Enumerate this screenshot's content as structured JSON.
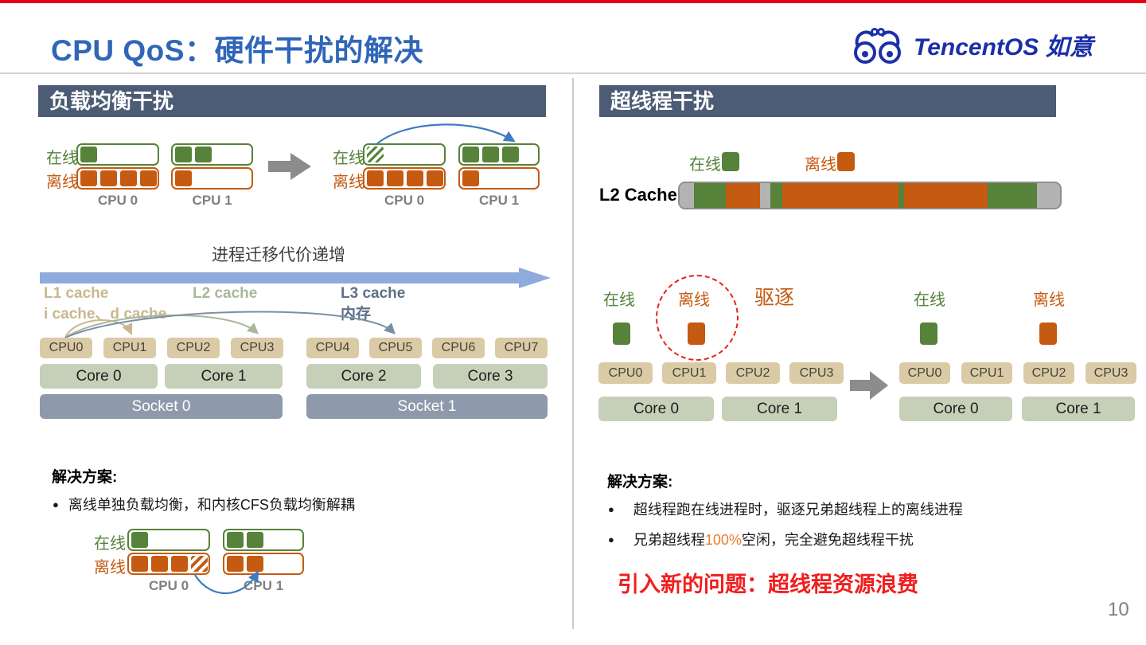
{
  "colors": {
    "title_blue": "#2f66b8",
    "logo_blue": "#1b2fa8",
    "section_header_bg": "#4d5c75",
    "online_green": "#568239",
    "offline_orange": "#c55a11",
    "cpu_chip_bg": "#dacba6",
    "core_chip_bg": "#c6cfb8",
    "socket_chip_bg": "#8e9aab",
    "migration_arrow_blue": "#8faadc",
    "link_arrow_blue": "#3e7bc0",
    "highlight_orange": "#ed7d31",
    "warning_red": "#f01e1e",
    "cache_bar_gray": "#b3b3b3"
  },
  "header": {
    "title": "CPU QoS：硬件干扰的解决",
    "logo_text": "TencentOS 如意"
  },
  "page_number": "10",
  "left": {
    "section_title": "负载均衡干扰",
    "before": {
      "online_label": "在线",
      "offline_label": "离线",
      "cpu_labels": [
        "CPU 0",
        "CPU 1"
      ],
      "online_boxes": [
        [
          "green"
        ],
        [
          "green",
          "green"
        ]
      ],
      "offline_boxes": [
        [
          "orange",
          "orange",
          "orange",
          "orange"
        ],
        [
          "orange"
        ]
      ]
    },
    "after": {
      "online_label": "在线",
      "offline_label": "离线",
      "cpu_labels": [
        "CPU 0",
        "CPU 1"
      ],
      "online_boxes": [
        [
          "hatch-green"
        ],
        [
          "green",
          "green",
          "green"
        ]
      ],
      "offline_boxes": [
        [
          "orange",
          "orange",
          "orange",
          "orange"
        ],
        [
          "orange"
        ]
      ]
    },
    "migration": {
      "caption": "进程迁移代价递增",
      "levels": [
        {
          "label": "L1 cache",
          "sub": "i cache、d cache"
        },
        {
          "label": "L2 cache",
          "sub": ""
        },
        {
          "label": "L3 cache",
          "sub": "内存"
        }
      ]
    },
    "topology": {
      "cpus": [
        "CPU0",
        "CPU1",
        "CPU2",
        "CPU3",
        "CPU4",
        "CPU5",
        "CPU6",
        "CPU7"
      ],
      "cores": [
        "Core 0",
        "Core 1",
        "Core 2",
        "Core 3"
      ],
      "sockets": [
        "Socket 0",
        "Socket 1"
      ]
    },
    "solution": {
      "title": "解决方案:",
      "bullet": "离线单独负载均衡，和内核CFS负载均衡解耦"
    },
    "result": {
      "online_label": "在线",
      "offline_label": "离线",
      "cpu_labels": [
        "CPU 0",
        "CPU 1"
      ],
      "online_boxes": [
        [
          "green"
        ],
        [
          "green",
          "green"
        ]
      ],
      "offline_boxes": [
        [
          "orange",
          "orange",
          "orange",
          "hatch-orange"
        ],
        [
          "orange",
          "orange"
        ]
      ]
    }
  },
  "right": {
    "section_title": "超线程干扰",
    "legend": {
      "online": "在线",
      "offline": "离线"
    },
    "l2cache": {
      "label": "L2 Cache",
      "segments": [
        {
          "color": "gray",
          "w": 3.8
        },
        {
          "color": "green",
          "w": 8.3
        },
        {
          "color": "orange",
          "w": 9.1
        },
        {
          "color": "gray",
          "w": 2.6
        },
        {
          "color": "green",
          "w": 3.2
        },
        {
          "color": "orange",
          "w": 30.6
        },
        {
          "color": "green",
          "w": 1.4
        },
        {
          "color": "orange",
          "w": 21.9
        },
        {
          "color": "green",
          "w": 13.0
        },
        {
          "color": "gray",
          "w": 6.1
        }
      ]
    },
    "eviction": {
      "before_online_label": "在线",
      "before_offline_label": "离线",
      "evict_label": "驱逐",
      "after_online_label": "在线",
      "after_offline_label": "离线"
    },
    "topology_before": {
      "cpus": [
        "CPU0",
        "CPU1",
        "CPU2",
        "CPU3"
      ],
      "cores": [
        "Core 0",
        "Core 1"
      ]
    },
    "topology_after": {
      "cpus": [
        "CPU0",
        "CPU1",
        "CPU2",
        "CPU3"
      ],
      "cores": [
        "Core 0",
        "Core 1"
      ]
    },
    "solution": {
      "title": "解决方案:",
      "bullet1": "超线程跑在线进程时，驱逐兄弟超线程上的离线进程",
      "bullet2": {
        "pre": "兄弟超线程",
        "highlight": "100%",
        "post": "空闲，完全避免超线程干扰"
      }
    },
    "warning": "引入新的问题：超线程资源浪费"
  }
}
